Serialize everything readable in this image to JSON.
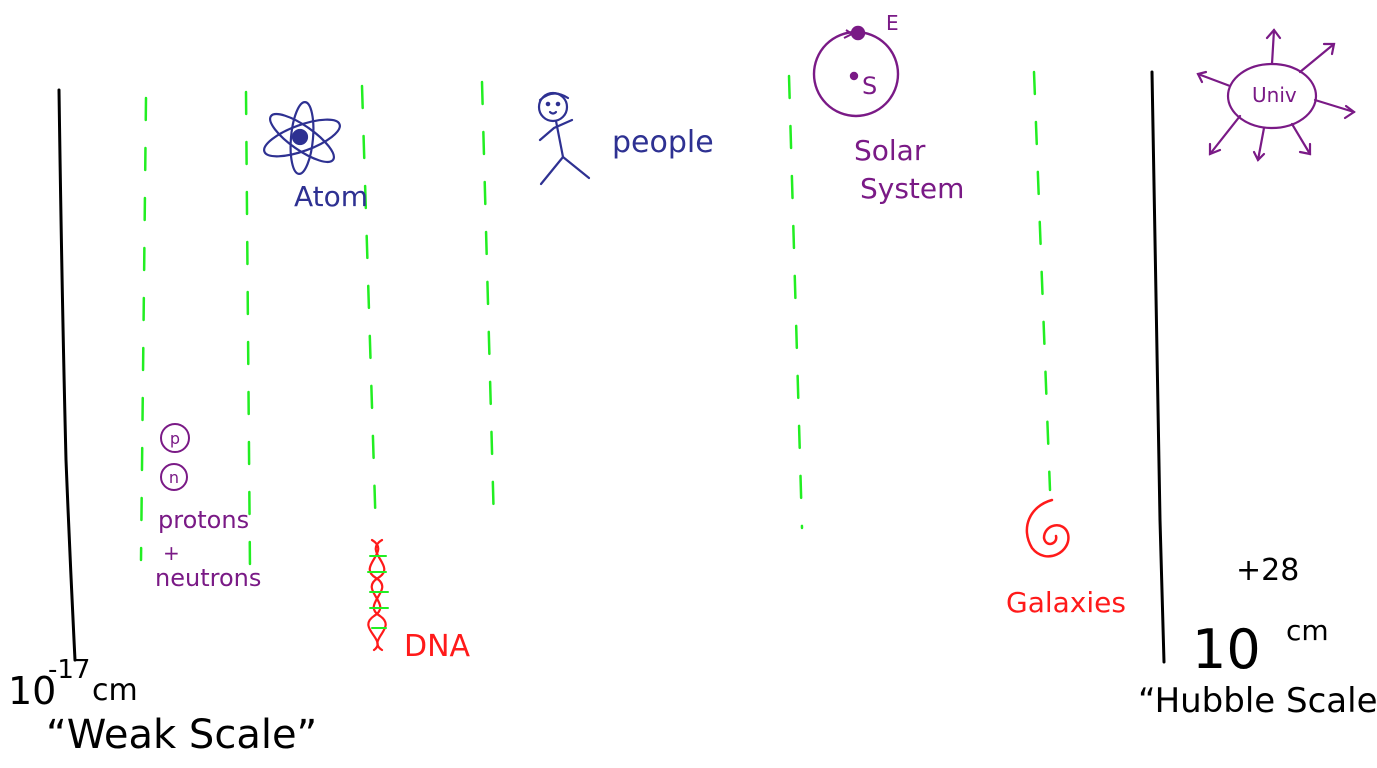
{
  "colors": {
    "background": "#ffffff",
    "boundary": "#000000",
    "divider": "#22ee22",
    "blue": "#2e3192",
    "purple": "#7a1a86",
    "red": "#ff1a1a"
  },
  "left_bound": {
    "base": "10",
    "exponent": "-17",
    "unit": "cm",
    "name": "“Weak Scale”"
  },
  "right_bound": {
    "base": "10",
    "exponent": "+28",
    "unit": "cm",
    "name": "“Hubble Scale”"
  },
  "items": {
    "protons": {
      "p": "p",
      "n": "n",
      "label_1": "protons",
      "plus": "+",
      "label_2": "neutrons"
    },
    "atom": {
      "label": "Atom"
    },
    "dna": {
      "label": "DNA"
    },
    "people": {
      "label": "people"
    },
    "solar": {
      "e": "E",
      "s": "S",
      "label_1": "Solar",
      "label_2": "System"
    },
    "galaxies": {
      "label": "Galaxies"
    },
    "universe": {
      "label": "Univ"
    }
  },
  "icons": [
    "atom-icon",
    "dna-helix-icon",
    "stick-figure-icon",
    "solar-system-icon",
    "spiral-galaxy-icon",
    "expanding-universe-icon"
  ]
}
